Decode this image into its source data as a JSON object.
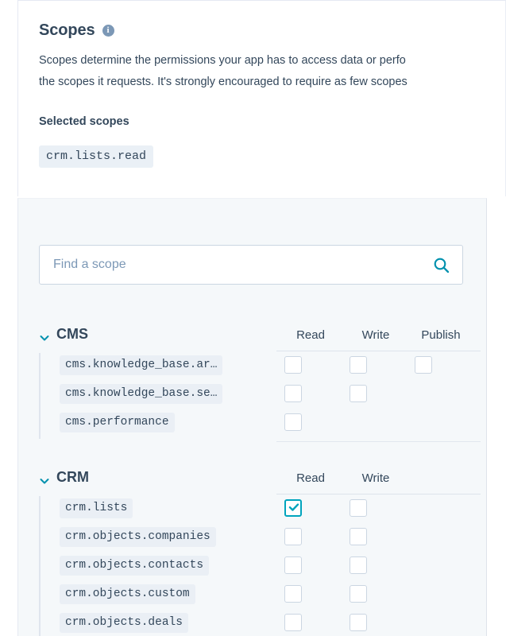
{
  "card": {
    "title": "Scopes",
    "info_icon": "info-icon",
    "description_line1": "Scopes determine the permissions your app has to access data or perfo",
    "description_line2": "the scopes it requests. It's strongly encouraged to require as few scopes",
    "selected_label": "Selected scopes",
    "selected_scopes": [
      "crm.lists.read"
    ]
  },
  "search": {
    "placeholder": "Find a scope",
    "value": "",
    "icon": "search-icon"
  },
  "groups": [
    {
      "name": "CMS",
      "expanded": true,
      "chevron_icon": "chevron-down-icon",
      "columns": [
        "Read",
        "Write",
        "Publish"
      ],
      "rows": [
        {
          "scope": "cms.knowledge_base.ar…",
          "read": false,
          "write": false,
          "publish": false,
          "has_publish": true
        },
        {
          "scope": "cms.knowledge_base.se…",
          "read": false,
          "write": false,
          "publish": null,
          "has_publish": false
        },
        {
          "scope": "cms.performance",
          "read": false,
          "write": null,
          "publish": null,
          "has_publish": false
        }
      ]
    },
    {
      "name": "CRM",
      "expanded": true,
      "chevron_icon": "chevron-down-icon",
      "columns": [
        "Read",
        "Write"
      ],
      "rows": [
        {
          "scope": "crm.lists",
          "read": true,
          "write": false,
          "publish": null,
          "has_publish": false
        },
        {
          "scope": "crm.objects.companies",
          "read": false,
          "write": false,
          "publish": null,
          "has_publish": false
        },
        {
          "scope": "crm.objects.contacts",
          "read": false,
          "write": false,
          "publish": null,
          "has_publish": false
        },
        {
          "scope": "crm.objects.custom",
          "read": false,
          "write": false,
          "publish": null,
          "has_publish": false
        },
        {
          "scope": "crm.objects.deals",
          "read": false,
          "write": false,
          "publish": null,
          "has_publish": false
        }
      ]
    }
  ],
  "colors": {
    "accent_teal": "#00a4bd",
    "text_navy": "#33475b",
    "panel_bg": "#f5f8fa",
    "chip_bg": "#eaeff5",
    "border": "#cbd6e2"
  }
}
